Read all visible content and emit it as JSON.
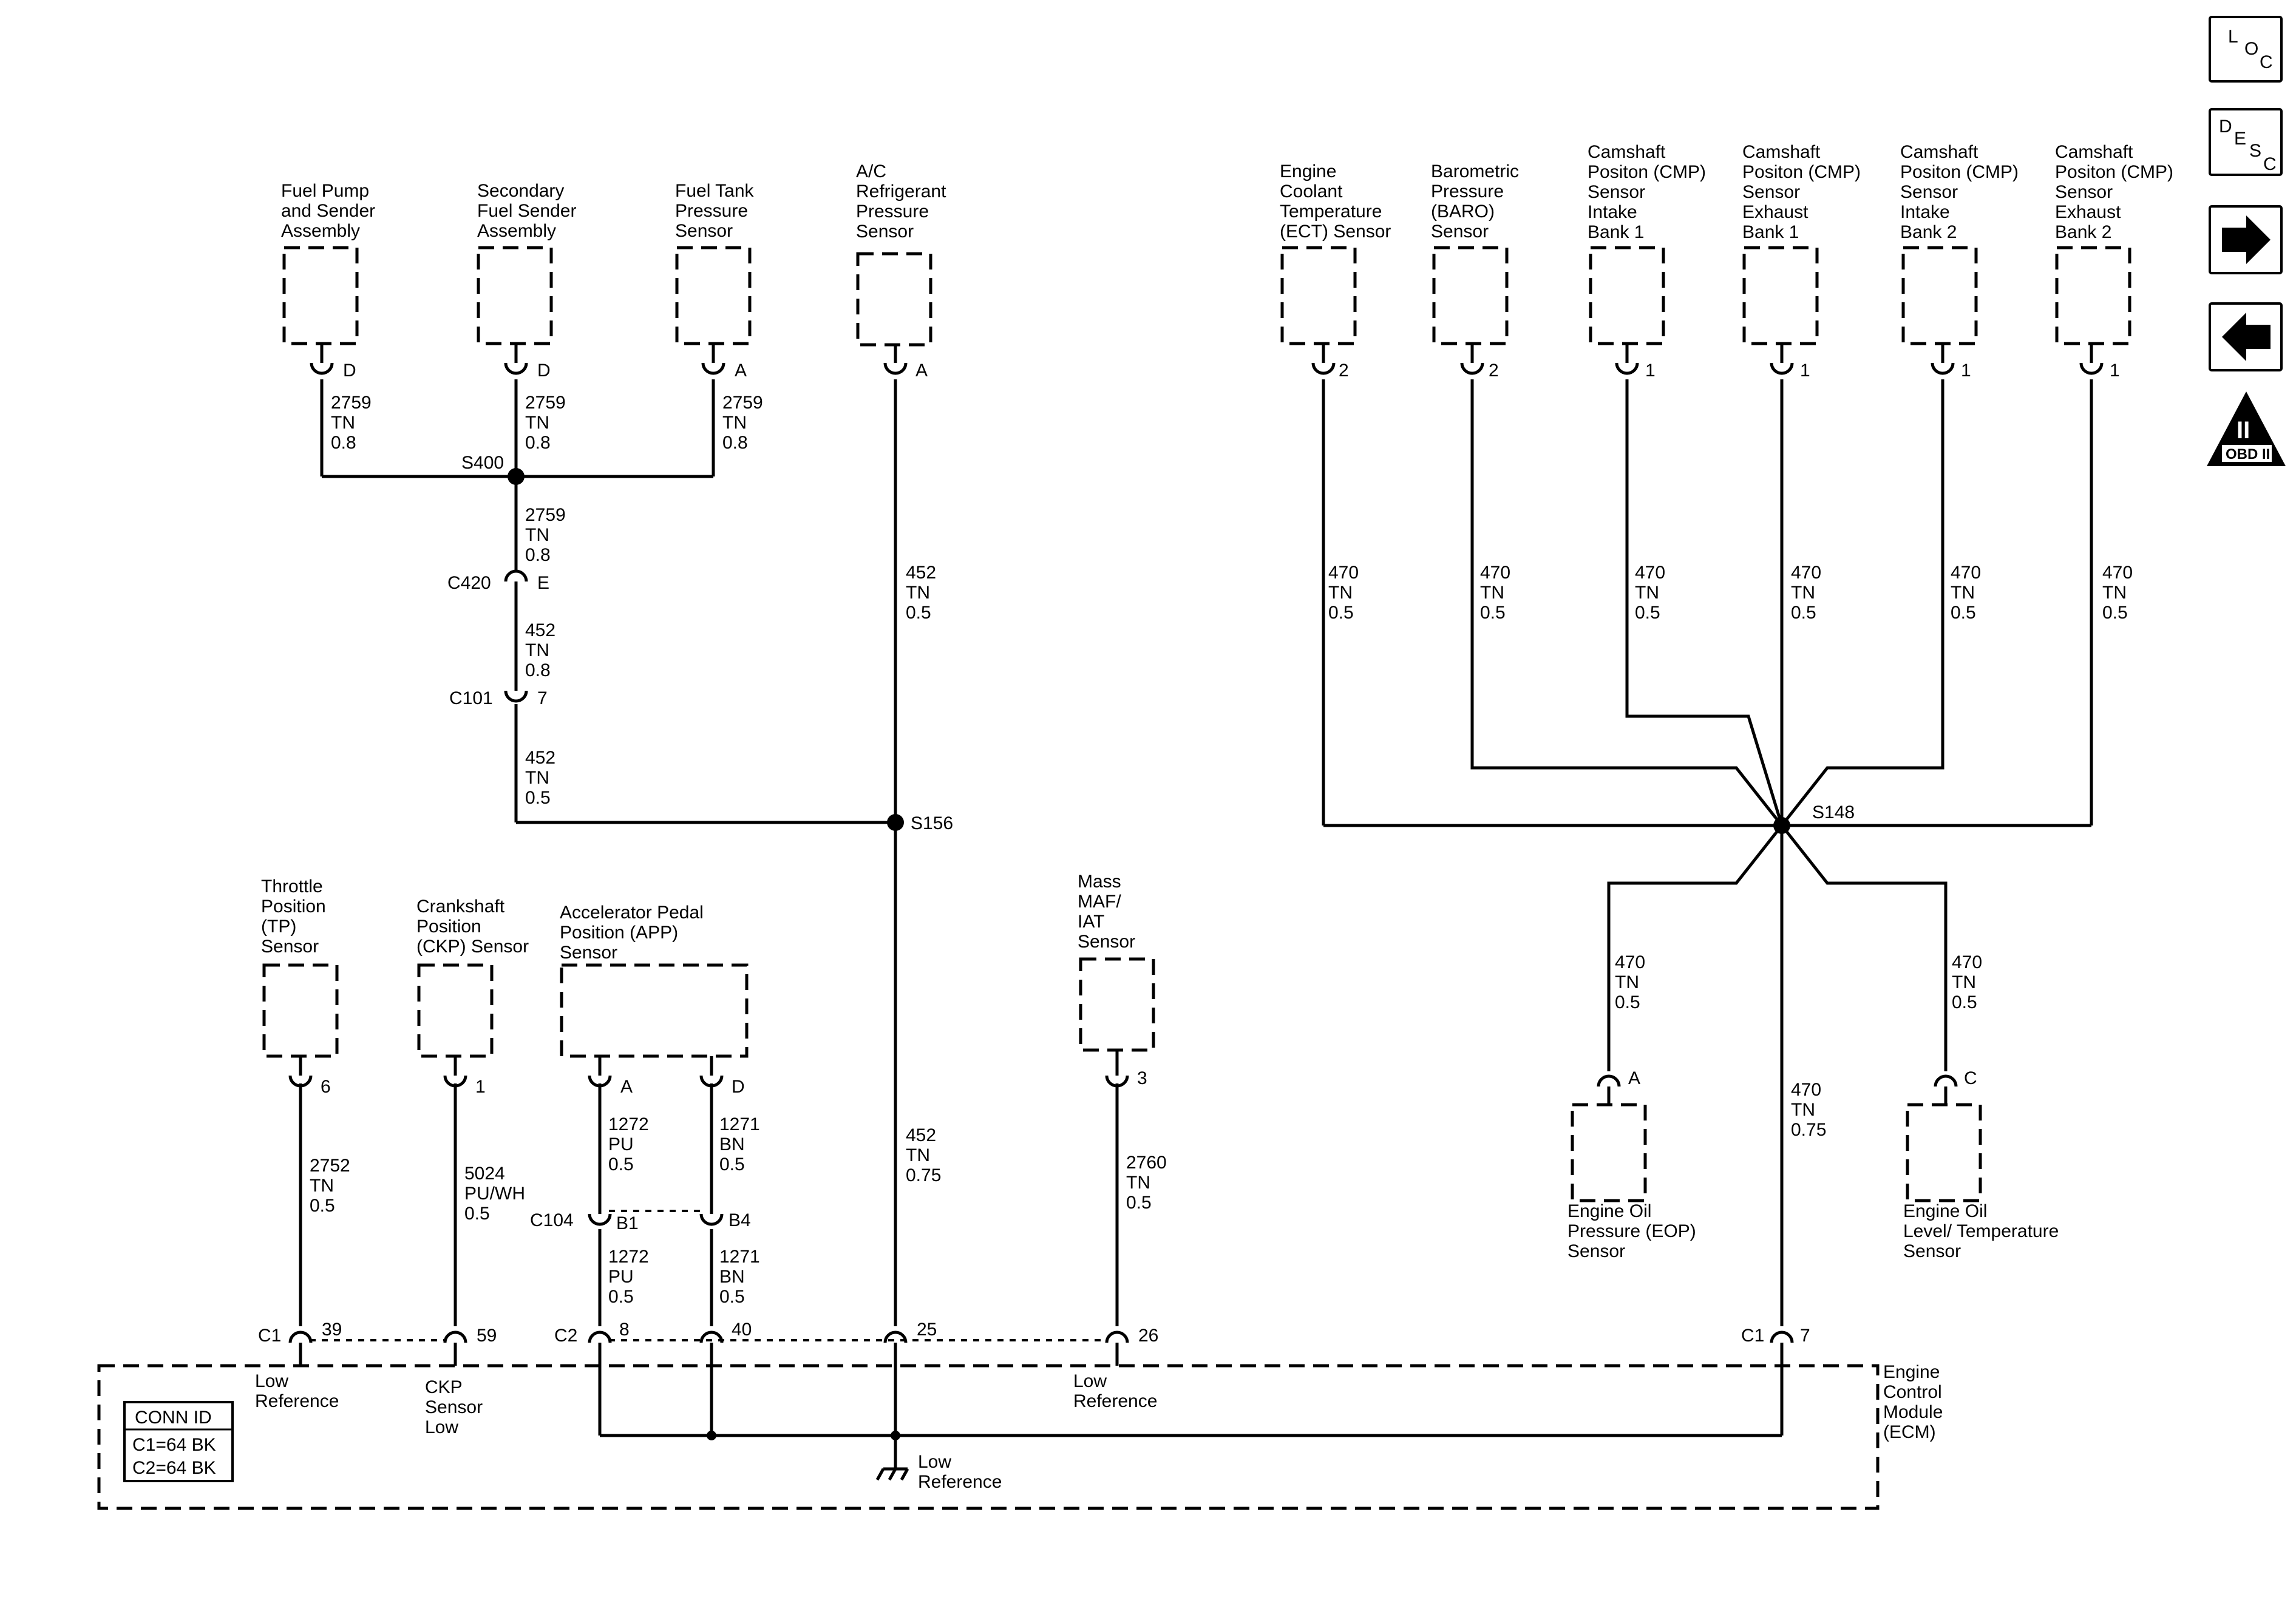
{
  "nav": {
    "loc": [
      "L",
      "O",
      "C"
    ],
    "desc": [
      "D",
      "E",
      "S",
      "C"
    ],
    "next_icon": "arrow-right-icon",
    "prev_icon": "arrow-left-icon",
    "obd_top": "II",
    "obd_bottom": "OBD II"
  },
  "components": {
    "fuel_pump": [
      "Fuel Pump",
      "and Sender",
      "Assembly"
    ],
    "secondary_fuel": [
      "Secondary",
      "Fuel Sender",
      "Assembly"
    ],
    "fuel_tank": [
      "Fuel Tank",
      "Pressure",
      "Sensor"
    ],
    "ac_sensor": [
      "A/C",
      "Refrigerant",
      "Pressure",
      "Sensor"
    ],
    "ect": [
      "Engine",
      "Coolant",
      "Temperature",
      "(ECT) Sensor"
    ],
    "baro": [
      "Barometric",
      "Pressure",
      "(BARO)",
      "Sensor"
    ],
    "cmp_intake_1": [
      "Camshaft",
      "Positon (CMP)",
      "Sensor",
      "Intake",
      "Bank 1"
    ],
    "cmp_exhaust_1": [
      "Camshaft",
      "Positon (CMP)",
      "Sensor",
      "Exhaust",
      "Bank 1"
    ],
    "cmp_intake_2": [
      "Camshaft",
      "Positon (CMP)",
      "Sensor",
      "Intake",
      "Bank 2"
    ],
    "cmp_exhaust_2": [
      "Camshaft",
      "Positon (CMP)",
      "Sensor",
      "Exhaust",
      "Bank 2"
    ],
    "tp": [
      "Throttle",
      "Position",
      "(TP)",
      "Sensor"
    ],
    "ckp": [
      "Crankshaft",
      "Position",
      "(CKP) Sensor"
    ],
    "app": [
      "Accelerator Pedal",
      "Position (APP)",
      "Sensor"
    ],
    "maf": [
      "Mass",
      "MAF/",
      "IAT",
      "Sensor"
    ],
    "eop": [
      "Engine Oil",
      "Pressure (EOP)",
      "Sensor"
    ],
    "oil_level": [
      "Engine Oil",
      "Level/ Temperature",
      "Sensor"
    ],
    "ecm": [
      "Engine",
      "Control",
      "Module",
      "(ECM)"
    ]
  },
  "pins": {
    "fuel_pump": "D",
    "secondary_fuel": "D",
    "fuel_tank": "A",
    "ac_sensor": "A",
    "ect": "2",
    "baro": "2",
    "cmp_intake_1": "1",
    "cmp_exhaust_1": "1",
    "cmp_intake_2": "1",
    "cmp_exhaust_2": "1",
    "tp": "6",
    "ckp": "1",
    "app_a": "A",
    "app_d": "D",
    "maf": "3",
    "eop": "A",
    "oil_level": "C",
    "c420": "E",
    "c101": "7",
    "c104_b1": "B1",
    "c104_b4": "B4",
    "ecm_39": "39",
    "ecm_59": "59",
    "ecm_8": "8",
    "ecm_40": "40",
    "ecm_25": "25",
    "ecm_26": "26",
    "ecm_7": "7"
  },
  "connectors": {
    "c420": "C420",
    "c101": "C101",
    "c104": "C104",
    "c1_left": "C1",
    "c2": "C2",
    "c1_right": "C1"
  },
  "splices": {
    "s400": "S400",
    "s156": "S156",
    "s148": "S148"
  },
  "wires": {
    "fp": [
      "2759",
      "TN",
      "0.8"
    ],
    "sf": [
      "2759",
      "TN",
      "0.8"
    ],
    "ft": [
      "2759",
      "TN",
      "0.8"
    ],
    "s400_c420": [
      "2759",
      "TN",
      "0.8"
    ],
    "c420_c101": [
      "452",
      "TN",
      "0.8"
    ],
    "c101_s156": [
      "452",
      "TN",
      "0.5"
    ],
    "ac": [
      "452",
      "TN",
      "0.5"
    ],
    "s156_ecm": [
      "452",
      "TN",
      "0.75"
    ],
    "ect": [
      "470",
      "TN",
      "0.5"
    ],
    "baro": [
      "470",
      "TN",
      "0.5"
    ],
    "cmp_i1": [
      "470",
      "TN",
      "0.5"
    ],
    "cmp_e1": [
      "470",
      "TN",
      "0.5"
    ],
    "cmp_i2": [
      "470",
      "TN",
      "0.5"
    ],
    "cmp_e2": [
      "470",
      "TN",
      "0.5"
    ],
    "eop": [
      "470",
      "TN",
      "0.5"
    ],
    "oil_level": [
      "470",
      "TN",
      "0.5"
    ],
    "s148_ecm": [
      "470",
      "TN",
      "0.75"
    ],
    "tp": [
      "2752",
      "TN",
      "0.5"
    ],
    "ckp": [
      "5024",
      "PU/WH",
      "0.5"
    ],
    "app_a_top": [
      "1272",
      "PU",
      "0.5"
    ],
    "app_d_top": [
      "1271",
      "BN",
      "0.5"
    ],
    "app_a_bot": [
      "1272",
      "PU",
      "0.5"
    ],
    "app_d_bot": [
      "1271",
      "BN",
      "0.5"
    ],
    "maf": [
      "2760",
      "TN",
      "0.5"
    ]
  },
  "ecm_labels": {
    "low_ref_1": [
      "Low",
      "Reference"
    ],
    "ckp_low": [
      "CKP",
      "Sensor",
      "Low"
    ],
    "low_ref_2": [
      "Low",
      "Reference"
    ],
    "ground": [
      "Low",
      "Reference"
    ]
  },
  "conn_id": {
    "title": "CONN ID",
    "lines": [
      "C1=64 BK",
      "C2=64 BK"
    ]
  }
}
